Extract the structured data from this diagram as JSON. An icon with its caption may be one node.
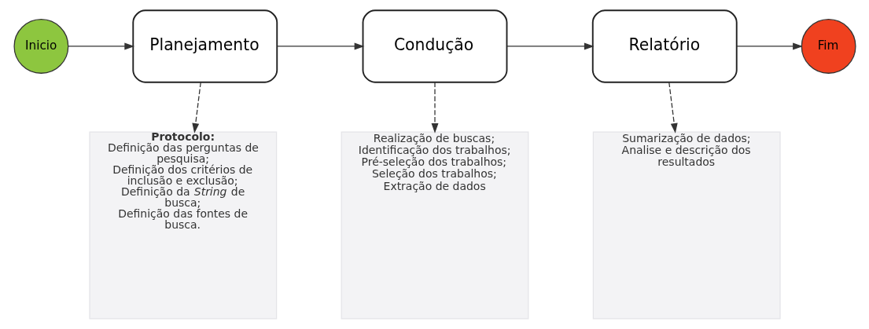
{
  "diagram": {
    "nodes": [
      {
        "text": [
          "Inicio"
        ]
      },
      {
        "text": [
          "Planejamento"
        ]
      },
      {
        "text": [
          "Condução"
        ]
      },
      {
        "text": [
          "Relatório"
        ]
      },
      {
        "text": [
          "Fim"
        ]
      },
      {
        "text": [
          "Protocolo:",
          "Definição das perguntas de pesquisa; Definição dos critérios de inclusão e exclusão; Definição da *String* de busca; Definição das fontes de busca."
        ]
      },
      {
        "text": [
          "Realização de buscas; Identificação dos trabalhos; Pré-seleção dos trabalhos; Seleção dos trabalhos; Extração de dados"
        ]
      },
      {
        "text": [
          "Sumarização de dados; Analise e descrição dos resultados"
        ]
      }
    ],
    "edges": [
      {
        "from": 0,
        "to": 1,
        "arrow": "to"
      },
      {
        "from": 1,
        "to": 2,
        "arrow": "to"
      },
      {
        "from": 2,
        "to": 3,
        "arrow": "to"
      },
      {
        "from": 3,
        "to": 4,
        "arrow": "to"
      },
      {
        "from": 1,
        "to": 5,
        "arrow": "to",
        "style": "dashed"
      },
      {
        "from": 2,
        "to": 6,
        "arrow": "to",
        "style": "dashed"
      },
      {
        "from": 3,
        "to": 7,
        "arrow": "to",
        "style": "dashed"
      }
    ]
  }
}
